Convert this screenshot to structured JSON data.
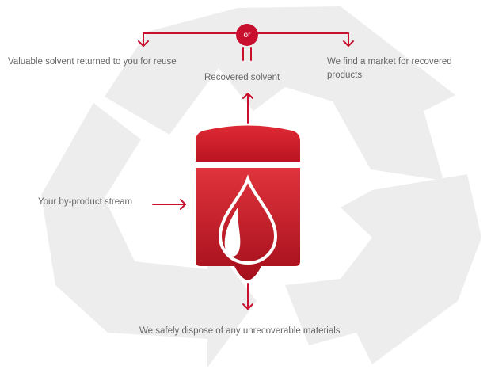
{
  "colors": {
    "accent": "#c8102e",
    "watermark": "#ededed",
    "text": "#666666"
  },
  "icons": {
    "background": "recycle-icon",
    "center": "solvent-drum-drop-icon"
  },
  "nodes": {
    "choice": "or",
    "return_to_you": "Valuable solvent returned to you for reuse",
    "recovered": "Recovered solvent",
    "market": "We find a market for recovered products",
    "input": "Your by-product stream",
    "dispose": "We safely dispose of any unrecoverable materials"
  }
}
